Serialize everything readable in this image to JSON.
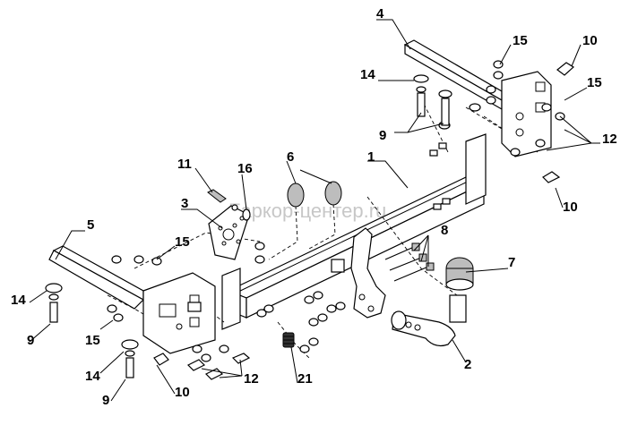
{
  "watermark": "Fаркор-центер.ru",
  "callouts": [
    {
      "id": "c1",
      "text": "1"
    },
    {
      "id": "c2",
      "text": "2"
    },
    {
      "id": "c3",
      "text": "3"
    },
    {
      "id": "c4",
      "text": "4"
    },
    {
      "id": "c5",
      "text": "5"
    },
    {
      "id": "c6",
      "text": "6"
    },
    {
      "id": "c7",
      "text": "7"
    },
    {
      "id": "c8",
      "text": "8"
    },
    {
      "id": "c9a",
      "text": "9"
    },
    {
      "id": "c9b",
      "text": "9"
    },
    {
      "id": "c9c",
      "text": "9"
    },
    {
      "id": "c10a",
      "text": "10"
    },
    {
      "id": "c10b",
      "text": "10"
    },
    {
      "id": "c10c",
      "text": "10"
    },
    {
      "id": "c11",
      "text": "11"
    },
    {
      "id": "c12a",
      "text": "12"
    },
    {
      "id": "c12b",
      "text": "12"
    },
    {
      "id": "c14a",
      "text": "14"
    },
    {
      "id": "c14b",
      "text": "14"
    },
    {
      "id": "c14c",
      "text": "14"
    },
    {
      "id": "c15a",
      "text": "15"
    },
    {
      "id": "c15b",
      "text": "15"
    },
    {
      "id": "c15c",
      "text": "15"
    },
    {
      "id": "c15d",
      "text": "15"
    },
    {
      "id": "c16",
      "text": "16"
    },
    {
      "id": "c21",
      "text": "21"
    }
  ]
}
